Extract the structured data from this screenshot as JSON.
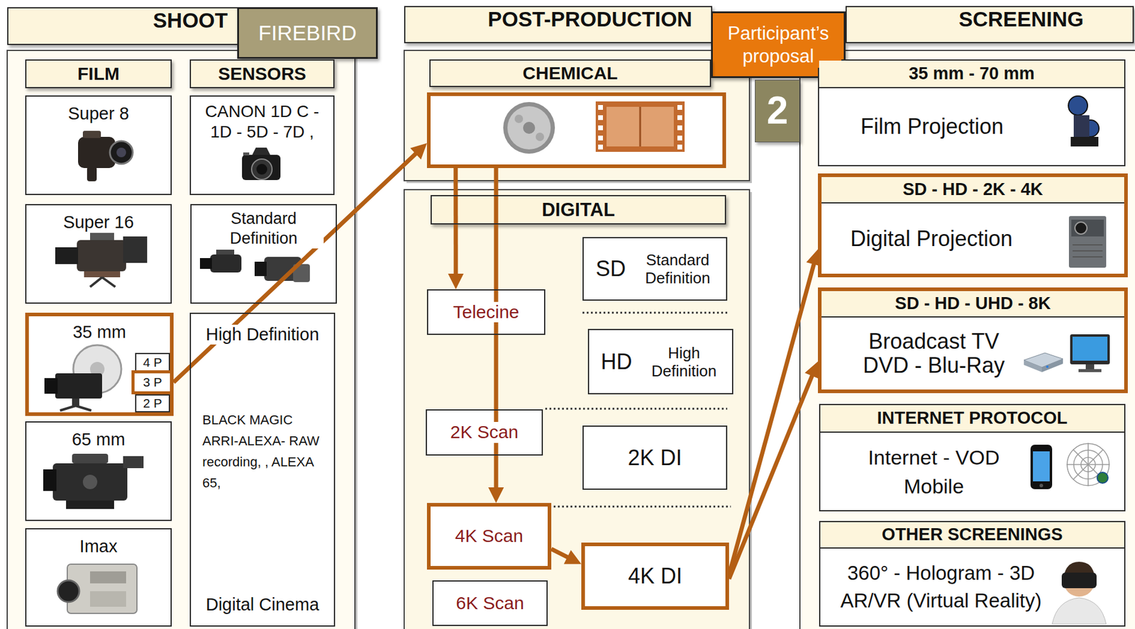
{
  "diagram": {
    "nodes": [
      {
        "text": [
          "SHOOT"
        ]
      },
      {
        "text": [
          "FIREBIRD"
        ]
      },
      {
        "text": [
          "POST-PRODUCTION"
        ]
      },
      {
        "text": [
          "Participant’s proposal"
        ]
      },
      {
        "text": [
          "2"
        ]
      },
      {
        "text": [
          "SCREENING"
        ]
      },
      {
        "text": [
          "FILM"
        ]
      },
      {
        "text": [
          "SENSORS"
        ]
      },
      {
        "text": [
          "Super 8"
        ]
      },
      {
        "text": [
          "CANON 1D C - 1D - 5D - 7D ,"
        ]
      },
      {
        "text": [
          "Super 16"
        ]
      },
      {
        "text": [
          "Standard Definition"
        ]
      },
      {
        "text": [
          "35 mm"
        ]
      },
      {
        "text": [
          "4 P"
        ],
        "in": 12
      },
      {
        "text": [
          "3 P"
        ],
        "in": 12
      },
      {
        "text": [
          "2 P"
        ],
        "in": 12
      },
      {
        "text": [
          "High Definition",
          "BLACK MAGIC ARRI-ALEXA- RAW recording, , ALEXA 65,",
          "Digital Cinema"
        ]
      },
      {
        "text": [
          "65 mm"
        ]
      },
      {
        "text": [
          "Imax"
        ]
      },
      {
        "text": [
          "CHEMICAL"
        ]
      },
      {
        "text": []
      },
      {
        "text": [
          "DIGITAL"
        ]
      },
      {
        "text": [
          "Telecine"
        ]
      },
      {
        "text": [
          "SD",
          "Standard Definition"
        ]
      },
      {
        "text": [
          "HD",
          "High Definition"
        ]
      },
      {
        "text": [
          "2K Scan"
        ]
      },
      {
        "text": [
          "2K DI"
        ]
      },
      {
        "text": [
          "4K Scan"
        ]
      },
      {
        "text": [
          "4K DI"
        ]
      },
      {
        "text": [
          "6K Scan"
        ]
      },
      {
        "text": [
          "35 mm - 70 mm",
          "Film Projection"
        ]
      },
      {
        "text": [
          "SD - HD - 2K - 4K",
          "Digital Projection"
        ]
      },
      {
        "text": [
          "SD - HD - UHD - 8K",
          "Broadcast TV DVD - Blu-Ray"
        ]
      },
      {
        "text": [
          "INTERNET PROTOCOL",
          "Internet - VOD Mobile"
        ]
      },
      {
        "text": [
          "OTHER SCREENINGS",
          "360° - Hologram - 3D AR/VR (Virtual Reality)"
        ]
      }
    ],
    "edges": [
      {
        "from": 14,
        "to": 20,
        "arrow": "to"
      },
      {
        "from": 20,
        "to": 22,
        "arrow": "to"
      },
      {
        "from": 20,
        "to": 27,
        "arrow": "to"
      },
      {
        "from": 27,
        "to": 28,
        "arrow": "to"
      },
      {
        "from": 28,
        "to": 31,
        "arrow": "to"
      },
      {
        "from": 28,
        "to": 32,
        "arrow": "to"
      }
    ]
  }
}
